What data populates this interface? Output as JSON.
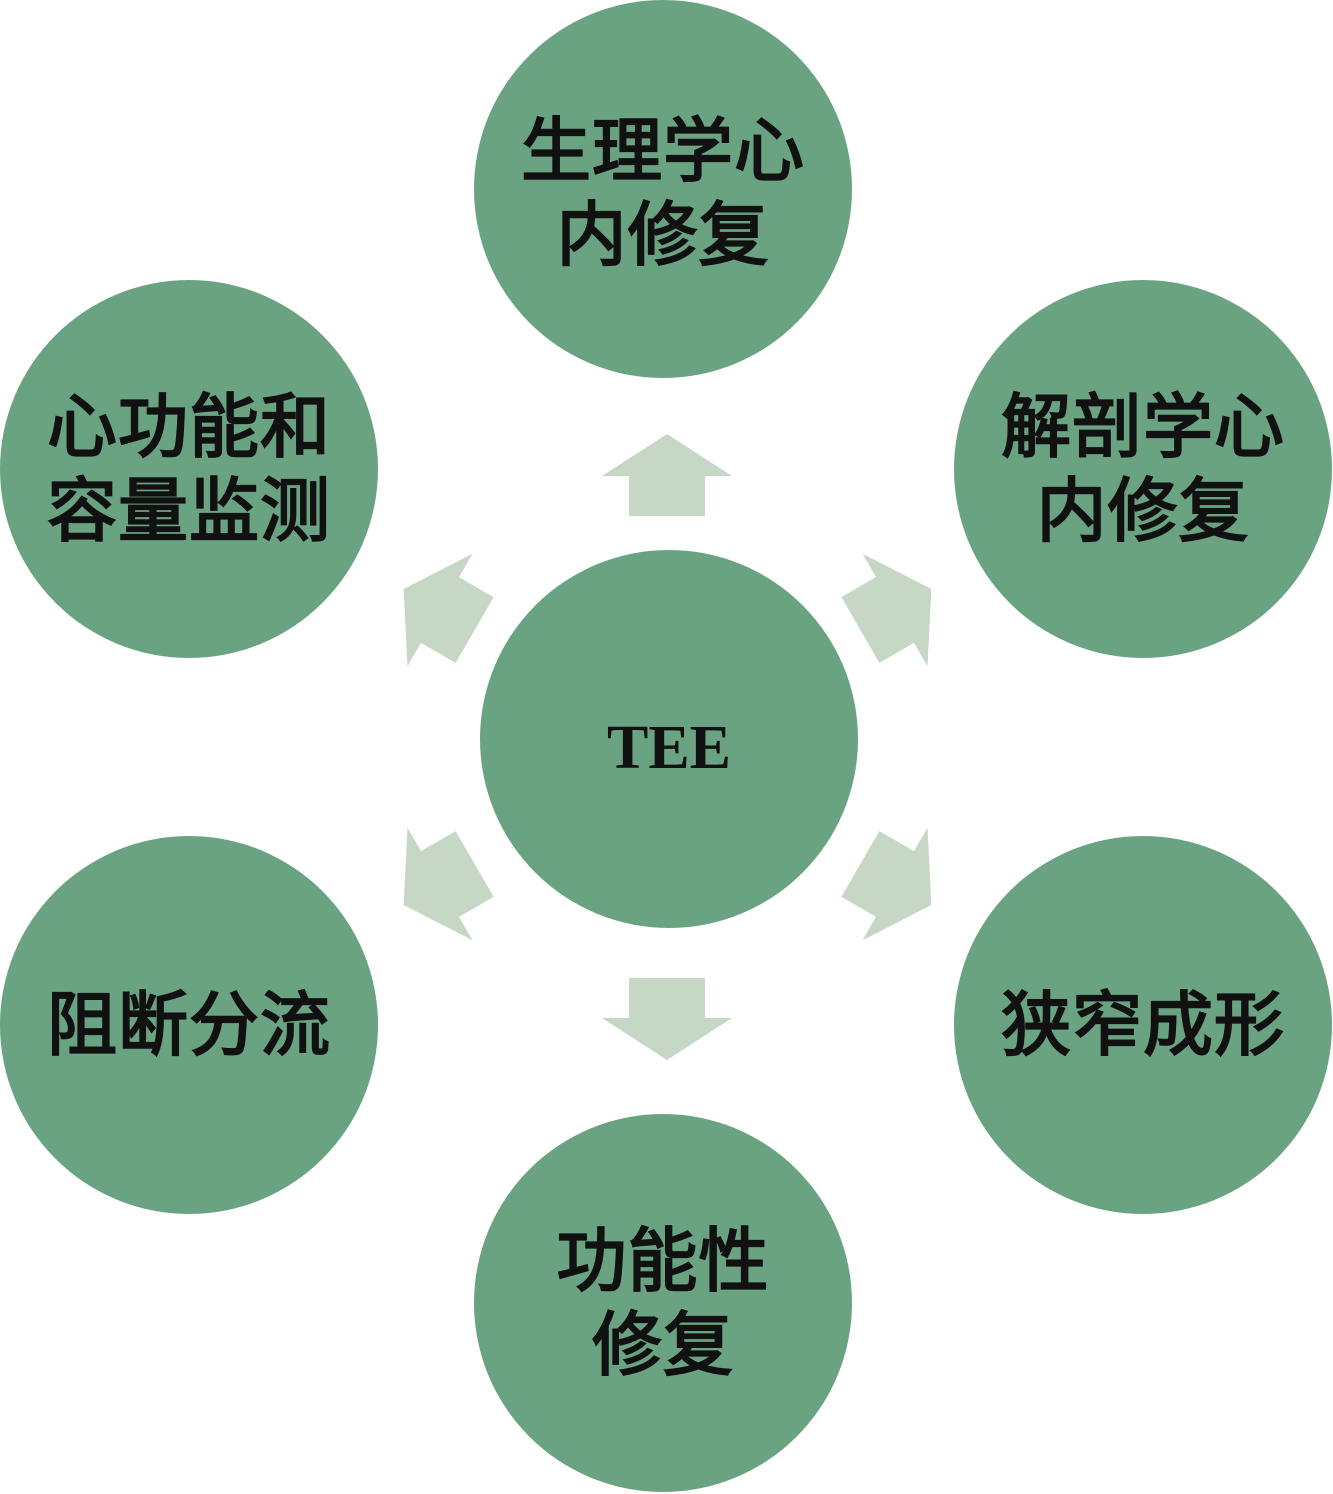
{
  "diagram": {
    "center": {
      "label": "TEE"
    },
    "nodes": [
      {
        "id": "top",
        "lines": [
          "生理学心",
          "内修复"
        ]
      },
      {
        "id": "right-top",
        "lines": [
          "解剖学心",
          "内修复"
        ]
      },
      {
        "id": "right-bottom",
        "lines": [
          "狭窄成形"
        ]
      },
      {
        "id": "bottom",
        "lines": [
          "功能性",
          "修复"
        ]
      },
      {
        "id": "left-bottom",
        "lines": [
          "阻断分流"
        ]
      },
      {
        "id": "left-top",
        "lines": [
          "心功能和",
          "容量监测"
        ]
      }
    ],
    "colors": {
      "circle": "#6aa382",
      "arrow": "#c6d7c6",
      "text": "#111111",
      "background": "#ffffff"
    }
  }
}
